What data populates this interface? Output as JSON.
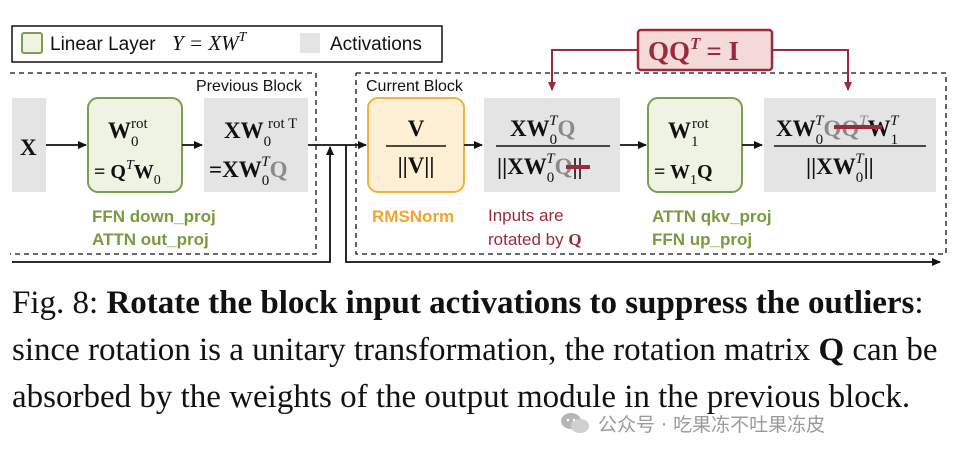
{
  "legend": {
    "linear_label": "Linear Layer",
    "linear_formula": "Y = XW",
    "linear_formula_sup": "T",
    "activations_label": "Activations"
  },
  "colors": {
    "linear_fill": "#eef3e4",
    "linear_stroke": "#7f9c4f",
    "activation_fill": "#e4e4e4",
    "norm_fill": "#fdf0d4",
    "norm_stroke": "#f2b13c",
    "accent_red": "#9c2a3a",
    "identity_fill": "#f5dada",
    "green_text": "#7a9a3f",
    "orange_text": "#f2a529"
  },
  "identity_box": {
    "label": "QQ",
    "sup": "T",
    "rhs": "= I"
  },
  "regions": {
    "previous": "Previous Block",
    "current": "Current Block"
  },
  "input": {
    "label": "X"
  },
  "w0_box": {
    "main": "W",
    "sub": "0",
    "sup": "rot",
    "line2_eq": "= Q",
    "line2_sup": "T",
    "line2_w": "W",
    "line2_sub": "0"
  },
  "act1": {
    "main": "XW",
    "sub": "0",
    "sup": "rot T",
    "eq": "=XW",
    "eq_sub": "0",
    "eq_sup": "T",
    "q": "Q"
  },
  "norm_box": {
    "num": "V",
    "den": "||V||"
  },
  "act2": {
    "num": "XW",
    "num_sub": "0",
    "num_sup": "T",
    "num_q": "Q",
    "den": "||XW",
    "den_sub": "0",
    "den_sup": "T",
    "den_q": "Q",
    "den_end": "||"
  },
  "w1_box": {
    "main": "W",
    "sub": "1",
    "sup": "rot",
    "line2": "= W",
    "line2_sub": "1",
    "line2_q": "Q"
  },
  "act3": {
    "num": "XW",
    "num_sub": "0",
    "num_sup": "T",
    "qq": "QQ",
    "qq_sup": "T",
    "w": "W",
    "w_sub": "1",
    "w_sup": "T",
    "den": "||XW",
    "den_sub": "0",
    "den_sup": "T",
    "den_end": "||"
  },
  "labels": {
    "ffn_down": "FFN down_proj",
    "attn_out": "ATTN out_proj",
    "rmsnorm": "RMSNorm",
    "inputs_rot_1": "Inputs are",
    "inputs_rot_2": "rotated by ",
    "inputs_rot_q": "Q",
    "attn_qkv": "ATTN qkv_proj",
    "ffn_up": "FFN up_proj"
  },
  "caption": {
    "prefix": "Fig. 8: ",
    "bold": "Rotate the block input activations to suppress the outliers",
    "text1": ": since rotation is a unitary transformation, the rotation matrix ",
    "q": "Q",
    "text2": " can be absorbed by the weights of the output module in the previous block."
  },
  "watermark": {
    "text": "公众号 · 吃果冻不吐果冻皮"
  }
}
